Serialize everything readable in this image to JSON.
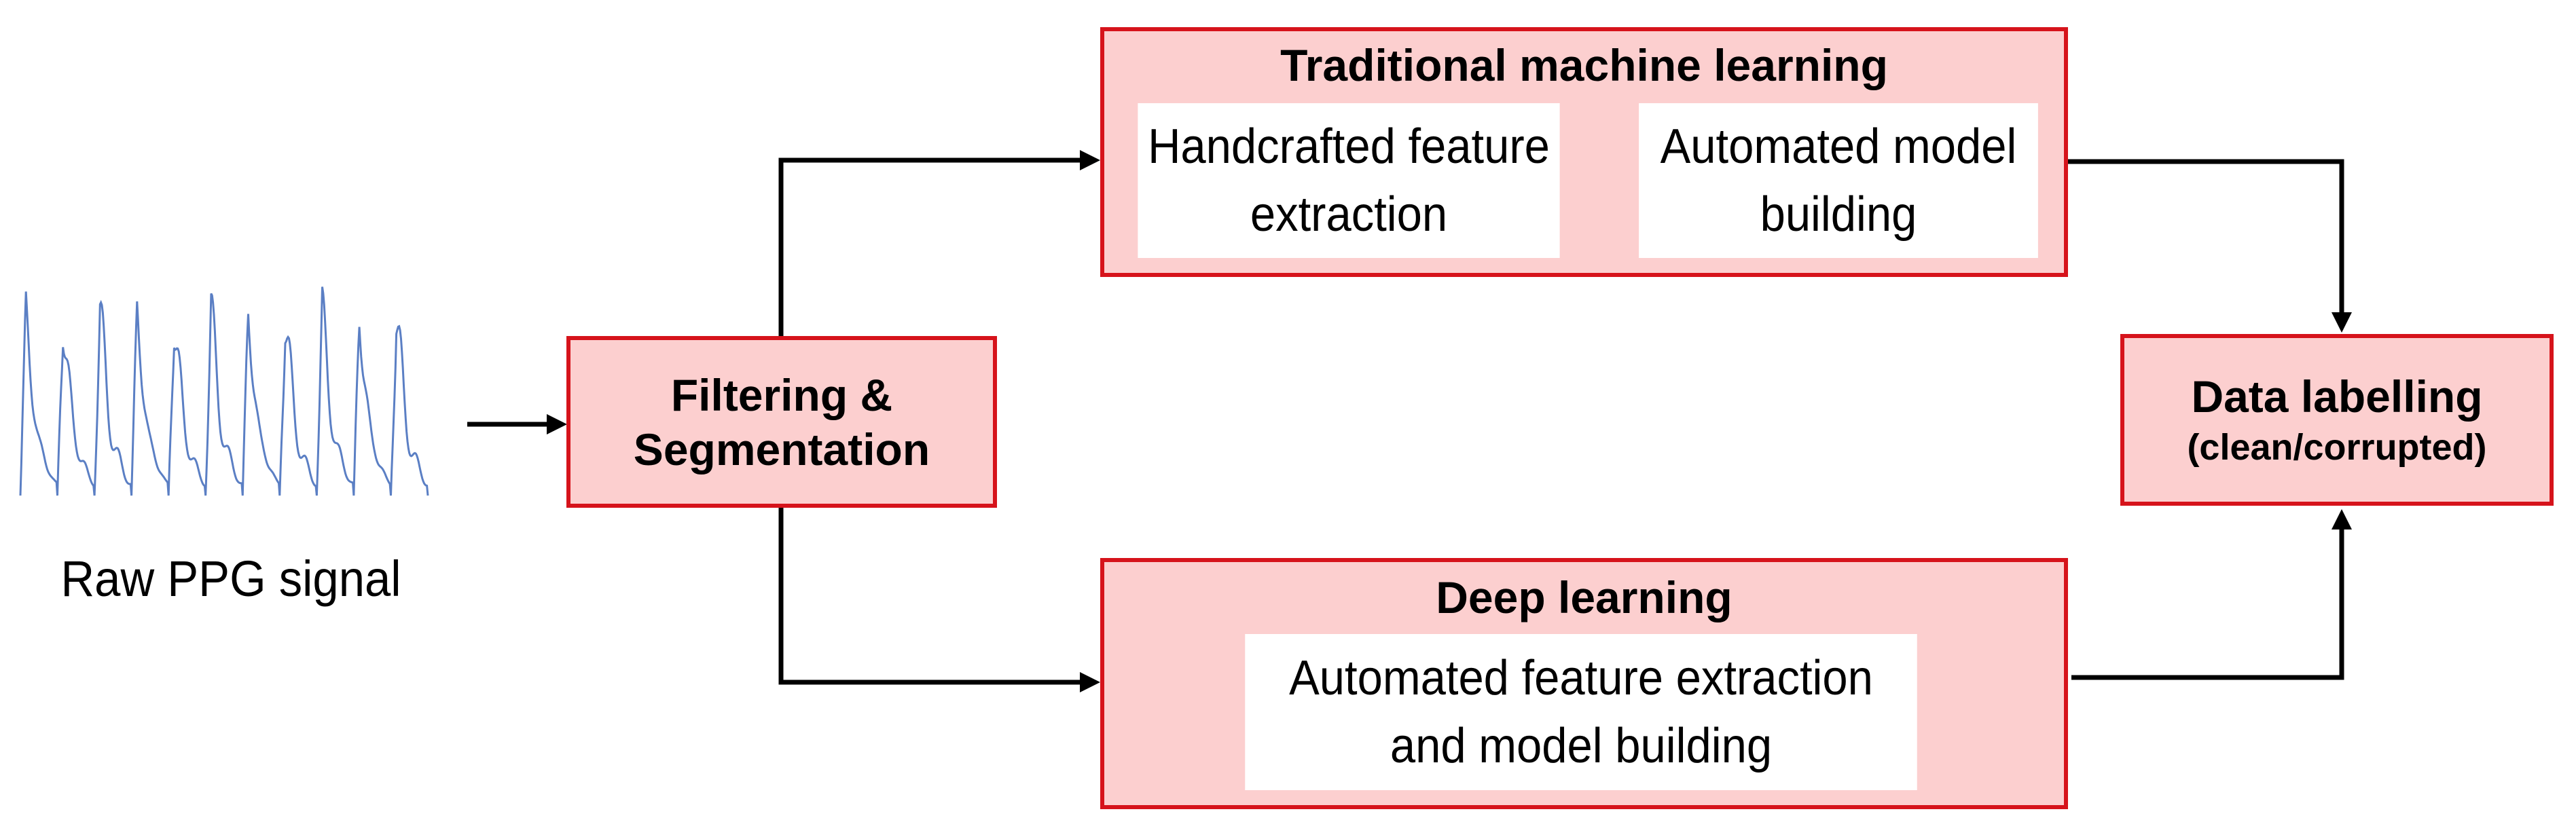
{
  "input_label": "Raw PPG signal",
  "preprocess": {
    "line1": "Filtering &",
    "line2": "Segmentation"
  },
  "traditional": {
    "title": "Traditional machine learning",
    "step1": [
      "Handcrafted feature",
      "extraction"
    ],
    "step2": [
      "Automated model",
      "building"
    ]
  },
  "deep": {
    "title": "Deep learning",
    "step": [
      "Automated feature extraction",
      "and model building"
    ]
  },
  "output": {
    "line1": "Data labelling",
    "line2": "(clean/corrupted)"
  },
  "colors": {
    "box_fill": "#fccfcf",
    "box_border": "#d6131b",
    "signal": "#5b7fc4",
    "arrow": "#000000"
  }
}
